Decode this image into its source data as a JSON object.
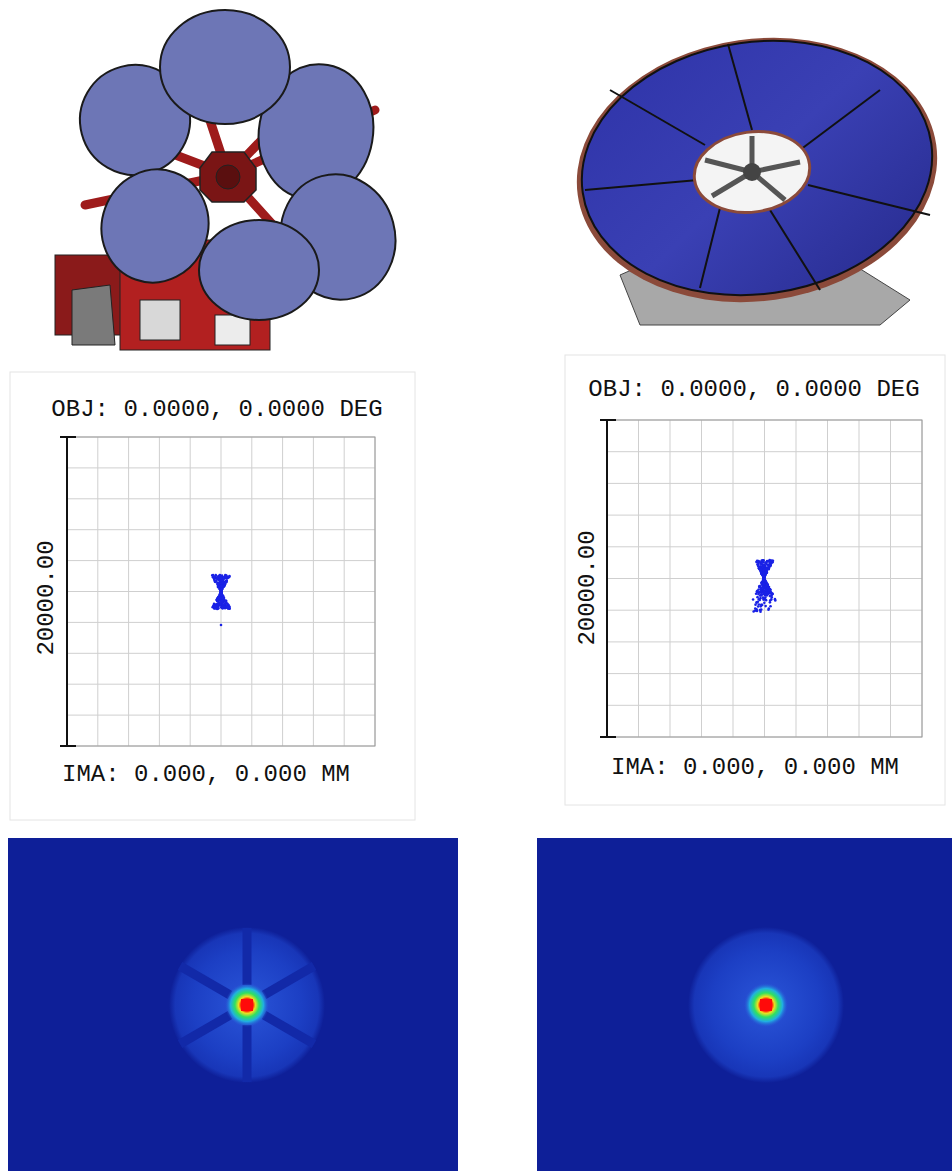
{
  "diagram": {
    "labels": [
      "OBJ: 0.0000, 0.0000 DEG",
      "OBJ: 0.0000, 0.0000 DEG",
      "20000.00",
      "20000.00",
      "IMA: 0.000, 0.000 MM",
      "IMA: 0.000, 0.000 MM"
    ]
  }
}
